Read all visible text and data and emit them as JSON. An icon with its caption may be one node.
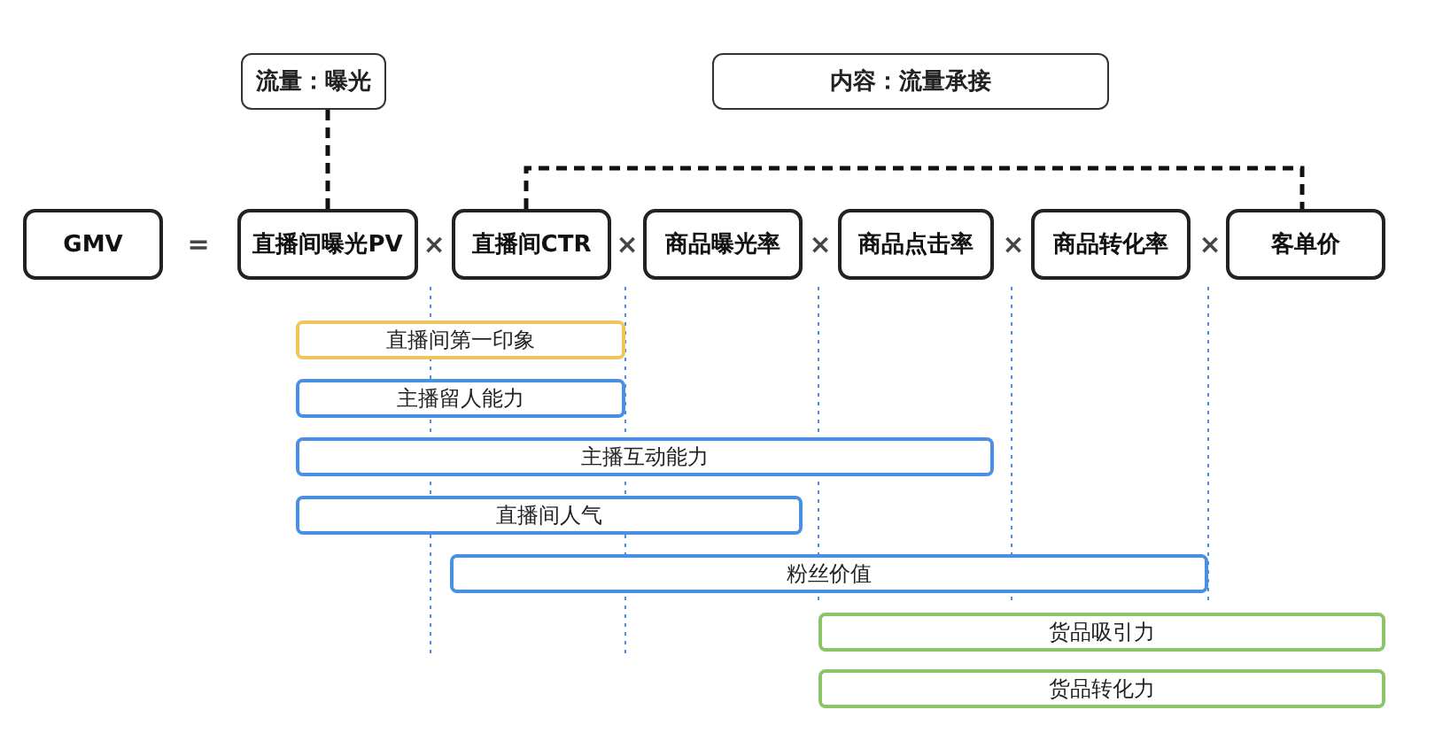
{
  "diagram": {
    "nodes": [
      {
        "text": [
          "流量：曝光"
        ]
      },
      {
        "text": [
          "内容：流量承接"
        ]
      },
      {
        "text": [
          "GMV"
        ]
      },
      {
        "text": [
          "直播间曝光PV"
        ]
      },
      {
        "text": [
          "直播间CTR"
        ]
      },
      {
        "text": [
          "商品曝光率"
        ]
      },
      {
        "text": [
          "商品点击率"
        ]
      },
      {
        "text": [
          "商品转化率"
        ]
      },
      {
        "text": [
          "客单价"
        ]
      },
      {
        "text": [
          "直播间第一印象"
        ]
      },
      {
        "text": [
          "主播留人能力"
        ]
      },
      {
        "text": [
          "主播互动能力"
        ]
      },
      {
        "text": [
          "直播间人气"
        ]
      },
      {
        "text": [
          "粉丝价值"
        ]
      },
      {
        "text": [
          "货品吸引力"
        ]
      },
      {
        "text": [
          "货品转化力"
        ]
      }
    ],
    "edges": [
      {
        "from": 0,
        "to": 3,
        "arrow": "none",
        "style": "dashed"
      },
      {
        "from": 4,
        "to": 8,
        "arrow": "none",
        "style": "dashed"
      }
    ],
    "labels": [
      "=",
      "×",
      "×",
      "×",
      "×",
      "×"
    ]
  }
}
